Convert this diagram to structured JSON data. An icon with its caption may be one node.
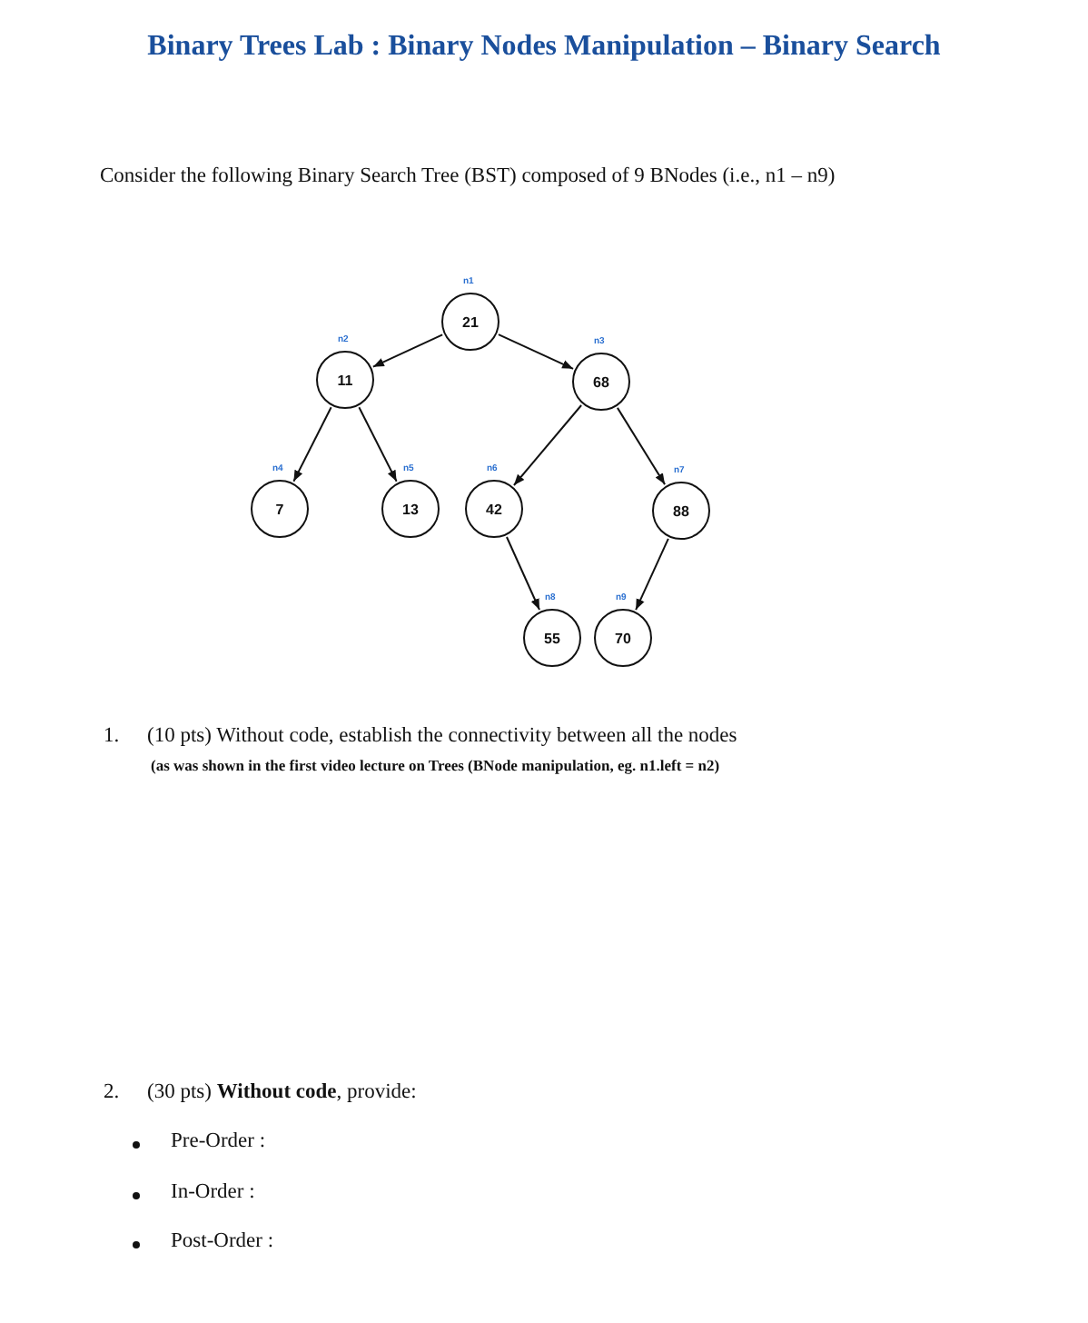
{
  "diagram": {
    "title": "Binary Trees Lab : Binary Nodes Manipulation – Binary Search",
    "nodes": [
      {
        "text": [
          "21"
        ],
        "beside": [
          "n1"
        ]
      },
      {
        "text": [
          "11"
        ],
        "beside": [
          "n2"
        ]
      },
      {
        "text": [
          "68"
        ],
        "beside": [
          "n3"
        ]
      },
      {
        "text": [
          "7"
        ],
        "beside": [
          "n4"
        ]
      },
      {
        "text": [
          "13"
        ],
        "beside": [
          "n5"
        ]
      },
      {
        "text": [
          "42"
        ],
        "beside": [
          "n6"
        ]
      },
      {
        "text": [
          "88"
        ],
        "beside": [
          "n7"
        ]
      },
      {
        "text": [
          "55"
        ],
        "beside": [
          "n8"
        ]
      },
      {
        "text": [
          "70"
        ],
        "beside": [
          "n9"
        ]
      }
    ],
    "edges": [
      {
        "from": 0,
        "to": 1,
        "arrow": "to"
      },
      {
        "from": 0,
        "to": 2,
        "arrow": "to"
      },
      {
        "from": 1,
        "to": 3,
        "arrow": "to"
      },
      {
        "from": 1,
        "to": 4,
        "arrow": "to"
      },
      {
        "from": 2,
        "to": 5,
        "arrow": "to"
      },
      {
        "from": 2,
        "to": 6,
        "arrow": "to"
      },
      {
        "from": 5,
        "to": 7,
        "arrow": "to"
      },
      {
        "from": 6,
        "to": 8,
        "arrow": "to"
      }
    ],
    "labels": [
      "Consider the following Binary Search Tree (BST) composed of 9 BNodes (i.e., n1 – n9)",
      "1.",
      "(10 pts) Without code, establish the connectivity between all the nodes",
      "(as was shown in the first video lecture on Trees (BNode manipulation, eg. n1.left = n2)",
      "2.",
      "(30 pts) **Without code**, provide:",
      "Pre-Order :",
      "In-Order :",
      "Post-Order :"
    ]
  }
}
